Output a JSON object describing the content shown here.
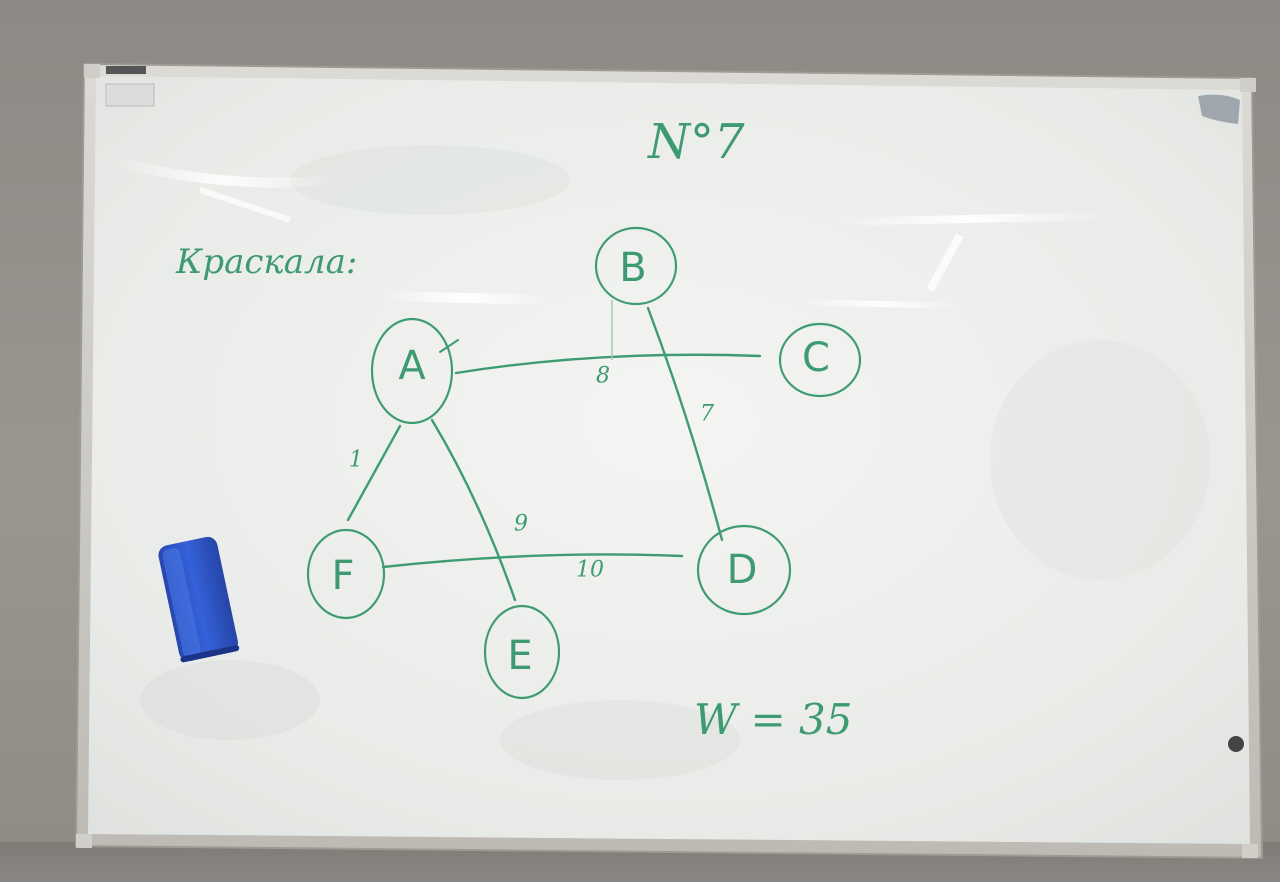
{
  "board": {
    "title": "N°7",
    "method_label": "Краскала:",
    "result": "W = 35"
  },
  "graph": {
    "nodes": [
      {
        "id": "A",
        "label": "A"
      },
      {
        "id": "B",
        "label": "B"
      },
      {
        "id": "C",
        "label": "C"
      },
      {
        "id": "D",
        "label": "D"
      },
      {
        "id": "E",
        "label": "E"
      },
      {
        "id": "F",
        "label": "F"
      }
    ],
    "edges": [
      {
        "from": "A",
        "to": "C",
        "weight": "8"
      },
      {
        "from": "B",
        "to": "D",
        "weight": "7"
      },
      {
        "from": "A",
        "to": "F",
        "weight": "1"
      },
      {
        "from": "A",
        "to": "E",
        "weight": "9"
      },
      {
        "from": "F",
        "to": "D",
        "weight": "10"
      }
    ]
  },
  "colors": {
    "marker_ink": "#3f9c72",
    "board_surface": "#eef0ee",
    "frame": "#c9c7c2",
    "eraser": "#2f55c8"
  },
  "objects": {
    "eraser_icon": "eraser-icon",
    "magnet_icon": "magnet-icon"
  }
}
